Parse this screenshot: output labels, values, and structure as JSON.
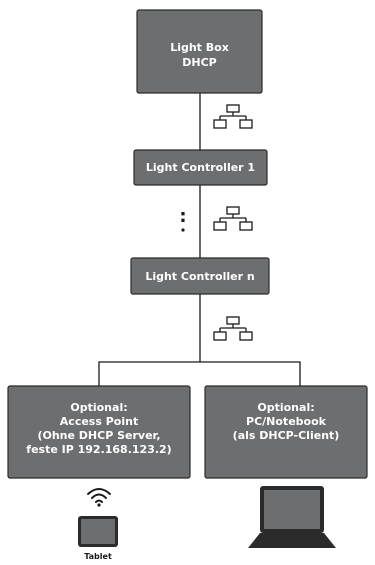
{
  "colors": {
    "box_fill": "#6d6e70",
    "box_stroke": "#2b2b2b",
    "line": "#1a1a1a",
    "text_on_box": "#ffffff"
  },
  "nodes": {
    "light_box": {
      "line1": "Light Box",
      "line2": "DHCP"
    },
    "controller_1": {
      "label": "Light Controller 1"
    },
    "vertical_dots": {
      "label": ":"
    },
    "controller_n": {
      "label": "Light Controller n"
    },
    "access_point": {
      "line1": "Optional:",
      "line2": "Access Point",
      "line3": "(Ohne DHCP Server,",
      "line4": "feste IP 192.168.123.2)"
    },
    "pc_notebook": {
      "line1": "Optional:",
      "line2": "PC/Notebook",
      "line3": "(als DHCP-Client)"
    }
  },
  "devices": {
    "tablet": {
      "label": "Tablet",
      "icon": "tablet-icon"
    },
    "wifi": {
      "icon": "wifi-icon"
    },
    "laptop": {
      "icon": "laptop-icon"
    },
    "network": {
      "icon": "network-icon"
    }
  }
}
